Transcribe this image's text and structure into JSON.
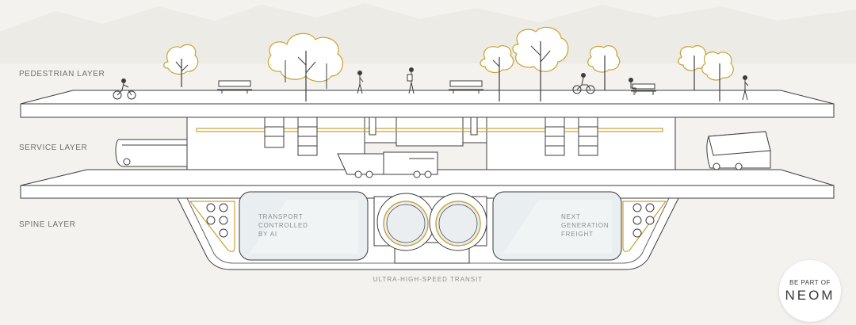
{
  "layers": {
    "pedestrian": "PEDESTRIAN LAYER",
    "service": "SERVICE LAYER",
    "spine": "SPINE LAYER"
  },
  "spine": {
    "left_panel": [
      "TRANSPORT",
      "CONTROLLED",
      "BY AI"
    ],
    "right_panel": [
      "NEXT",
      "GENERATION",
      "FREIGHT"
    ],
    "transit_caption": "ULTRA-HIGH-SPEED TRANSIT"
  },
  "badge": {
    "top": "BE PART OF",
    "main": "NEOM"
  },
  "colors": {
    "background": "#f3f2ee",
    "line": "#3c3c3c",
    "accent_gold": "#c9a233",
    "glass": "#e9eef0"
  }
}
